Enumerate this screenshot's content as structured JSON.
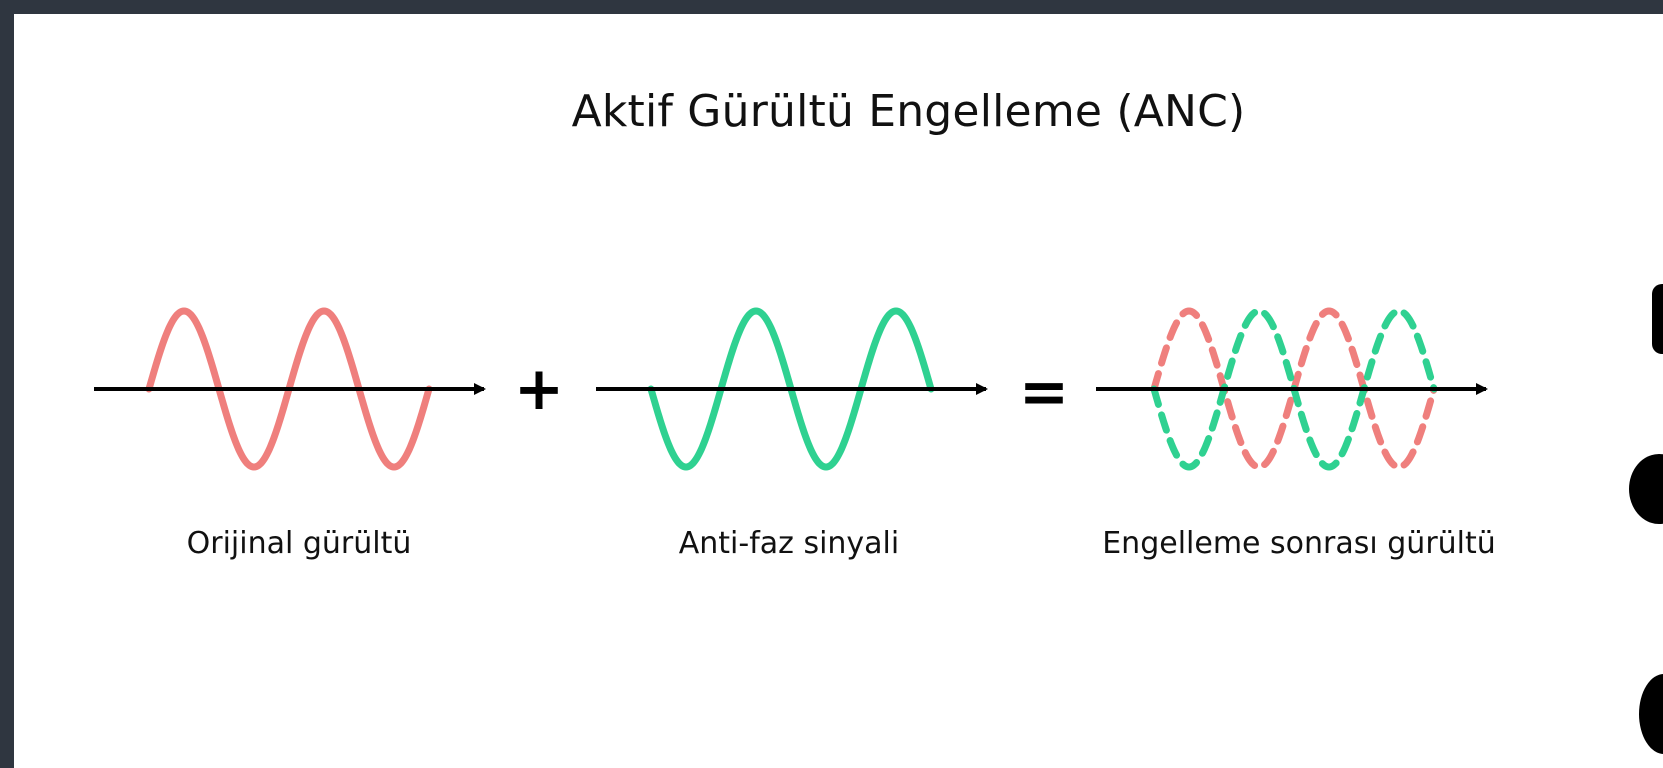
{
  "title": "Aktif Gürültü Engelleme (ANC)",
  "labels": {
    "original": "Orijinal gürültü",
    "antiphase": "Anti-faz sinyali",
    "result": "Engelleme sonrası gürültü"
  },
  "operators": {
    "plus": "+",
    "equals": "="
  },
  "colors": {
    "original_wave": "#ef7f7d",
    "antiphase_wave": "#2fd191",
    "axis": "#000000",
    "text": "#111111"
  }
}
